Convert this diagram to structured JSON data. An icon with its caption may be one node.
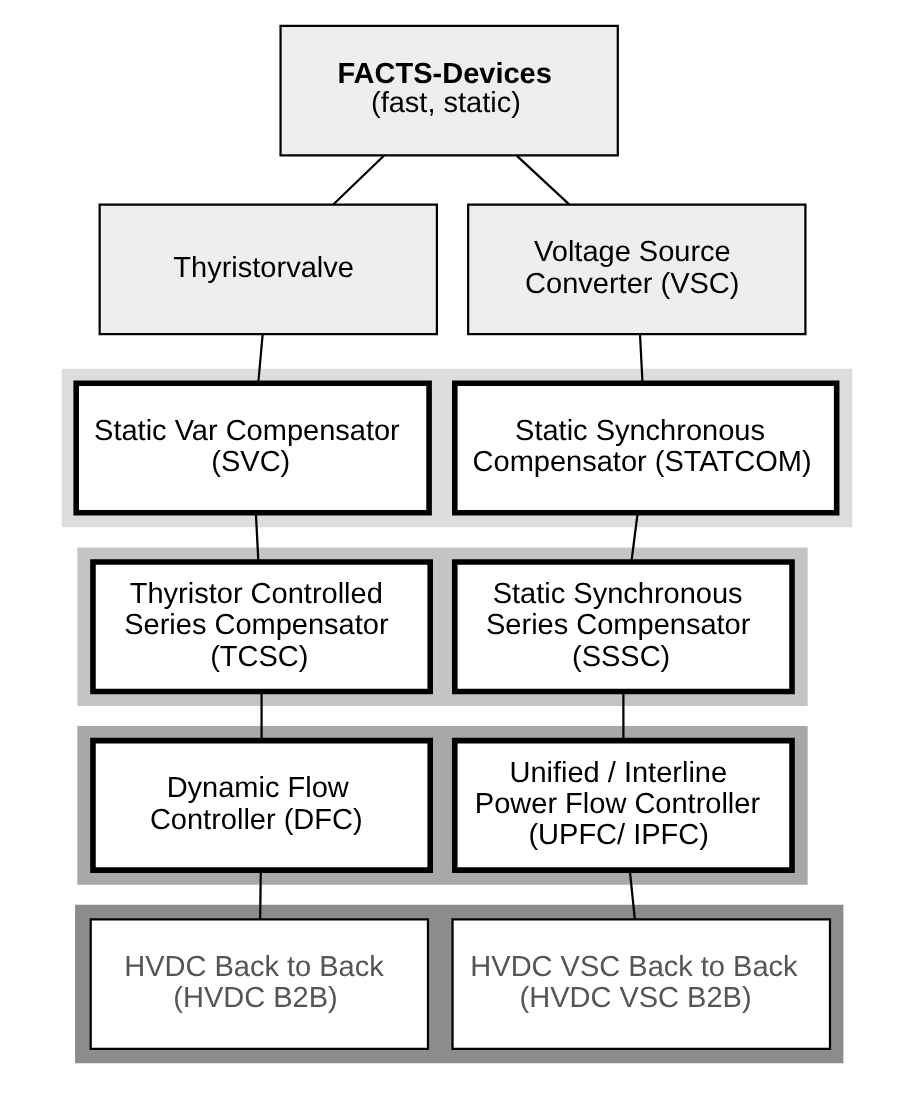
{
  "diagram": {
    "nodes": [
      {
        "text": [
          "FACTS-Devices",
          "(fast, static)"
        ]
      },
      {
        "text": [
          "Thyristorvalve"
        ]
      },
      {
        "text": [
          "Voltage Source Converter (VSC)"
        ]
      },
      {
        "text": [],
        "shape": "bar"
      },
      {
        "text": [
          "Static Var Compensator (SVC)"
        ],
        "in": 3
      },
      {
        "text": [
          "Static Synchronous Compensator (STATCOM)"
        ],
        "in": 3
      },
      {
        "text": [],
        "shape": "bar"
      },
      {
        "text": [
          "Thyristor Controlled Series Compensator (TCSC)"
        ],
        "in": 6
      },
      {
        "text": [
          "Static Synchronous Series Compensator (SSSC)"
        ],
        "in": 6
      },
      {
        "text": [],
        "shape": "bar"
      },
      {
        "text": [
          "Dynamic Flow Controller (DFC)"
        ],
        "in": 9
      },
      {
        "text": [
          "Unified / Interline Power Flow Controller (UPFC/ IPFC)"
        ],
        "in": 9
      },
      {
        "text": [],
        "shape": "bar"
      },
      {
        "text": [
          "HVDC Back to Back (HVDC B2B)"
        ],
        "in": 12
      },
      {
        "text": [
          "HVDC VSC Back to Back (HVDC VSC B2B)"
        ],
        "in": 12
      }
    ],
    "edges": [
      {
        "from": 0,
        "to": 1,
        "arrow": "none"
      },
      {
        "from": 0,
        "to": 2,
        "arrow": "none"
      },
      {
        "from": 1,
        "to": 4,
        "arrow": "none"
      },
      {
        "from": 4,
        "to": 7,
        "arrow": "none"
      },
      {
        "from": 7,
        "to": 10,
        "arrow": "none"
      },
      {
        "from": 10,
        "to": 13,
        "arrow": "none"
      },
      {
        "from": 2,
        "to": 5,
        "arrow": "none"
      },
      {
        "from": 5,
        "to": 8,
        "arrow": "none"
      },
      {
        "from": 8,
        "to": 11,
        "arrow": "none"
      },
      {
        "from": 11,
        "to": 14,
        "arrow": "none"
      }
    ]
  }
}
